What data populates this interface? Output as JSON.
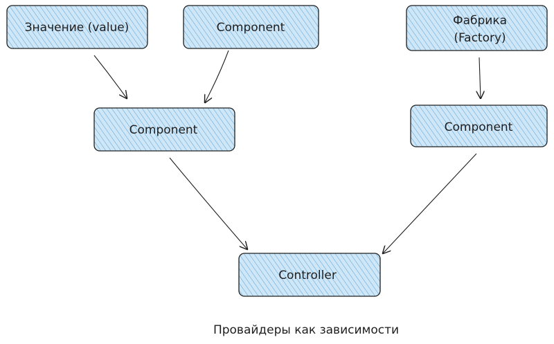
{
  "diagram": {
    "nodes": {
      "value": {
        "label": "Значение (value)"
      },
      "component_top": {
        "label": "Component"
      },
      "factory": {
        "label_line1": "Фабрика",
        "label_line2": "(Factory)"
      },
      "component_left": {
        "label": "Component"
      },
      "component_right": {
        "label": "Component"
      },
      "controller": {
        "label": "Controller"
      }
    },
    "caption": "Провайдеры как зависимости"
  },
  "colors": {
    "fill": "#a5d8ff",
    "stroke": "#1e1e1e",
    "hatch": "#4a9fd6"
  }
}
